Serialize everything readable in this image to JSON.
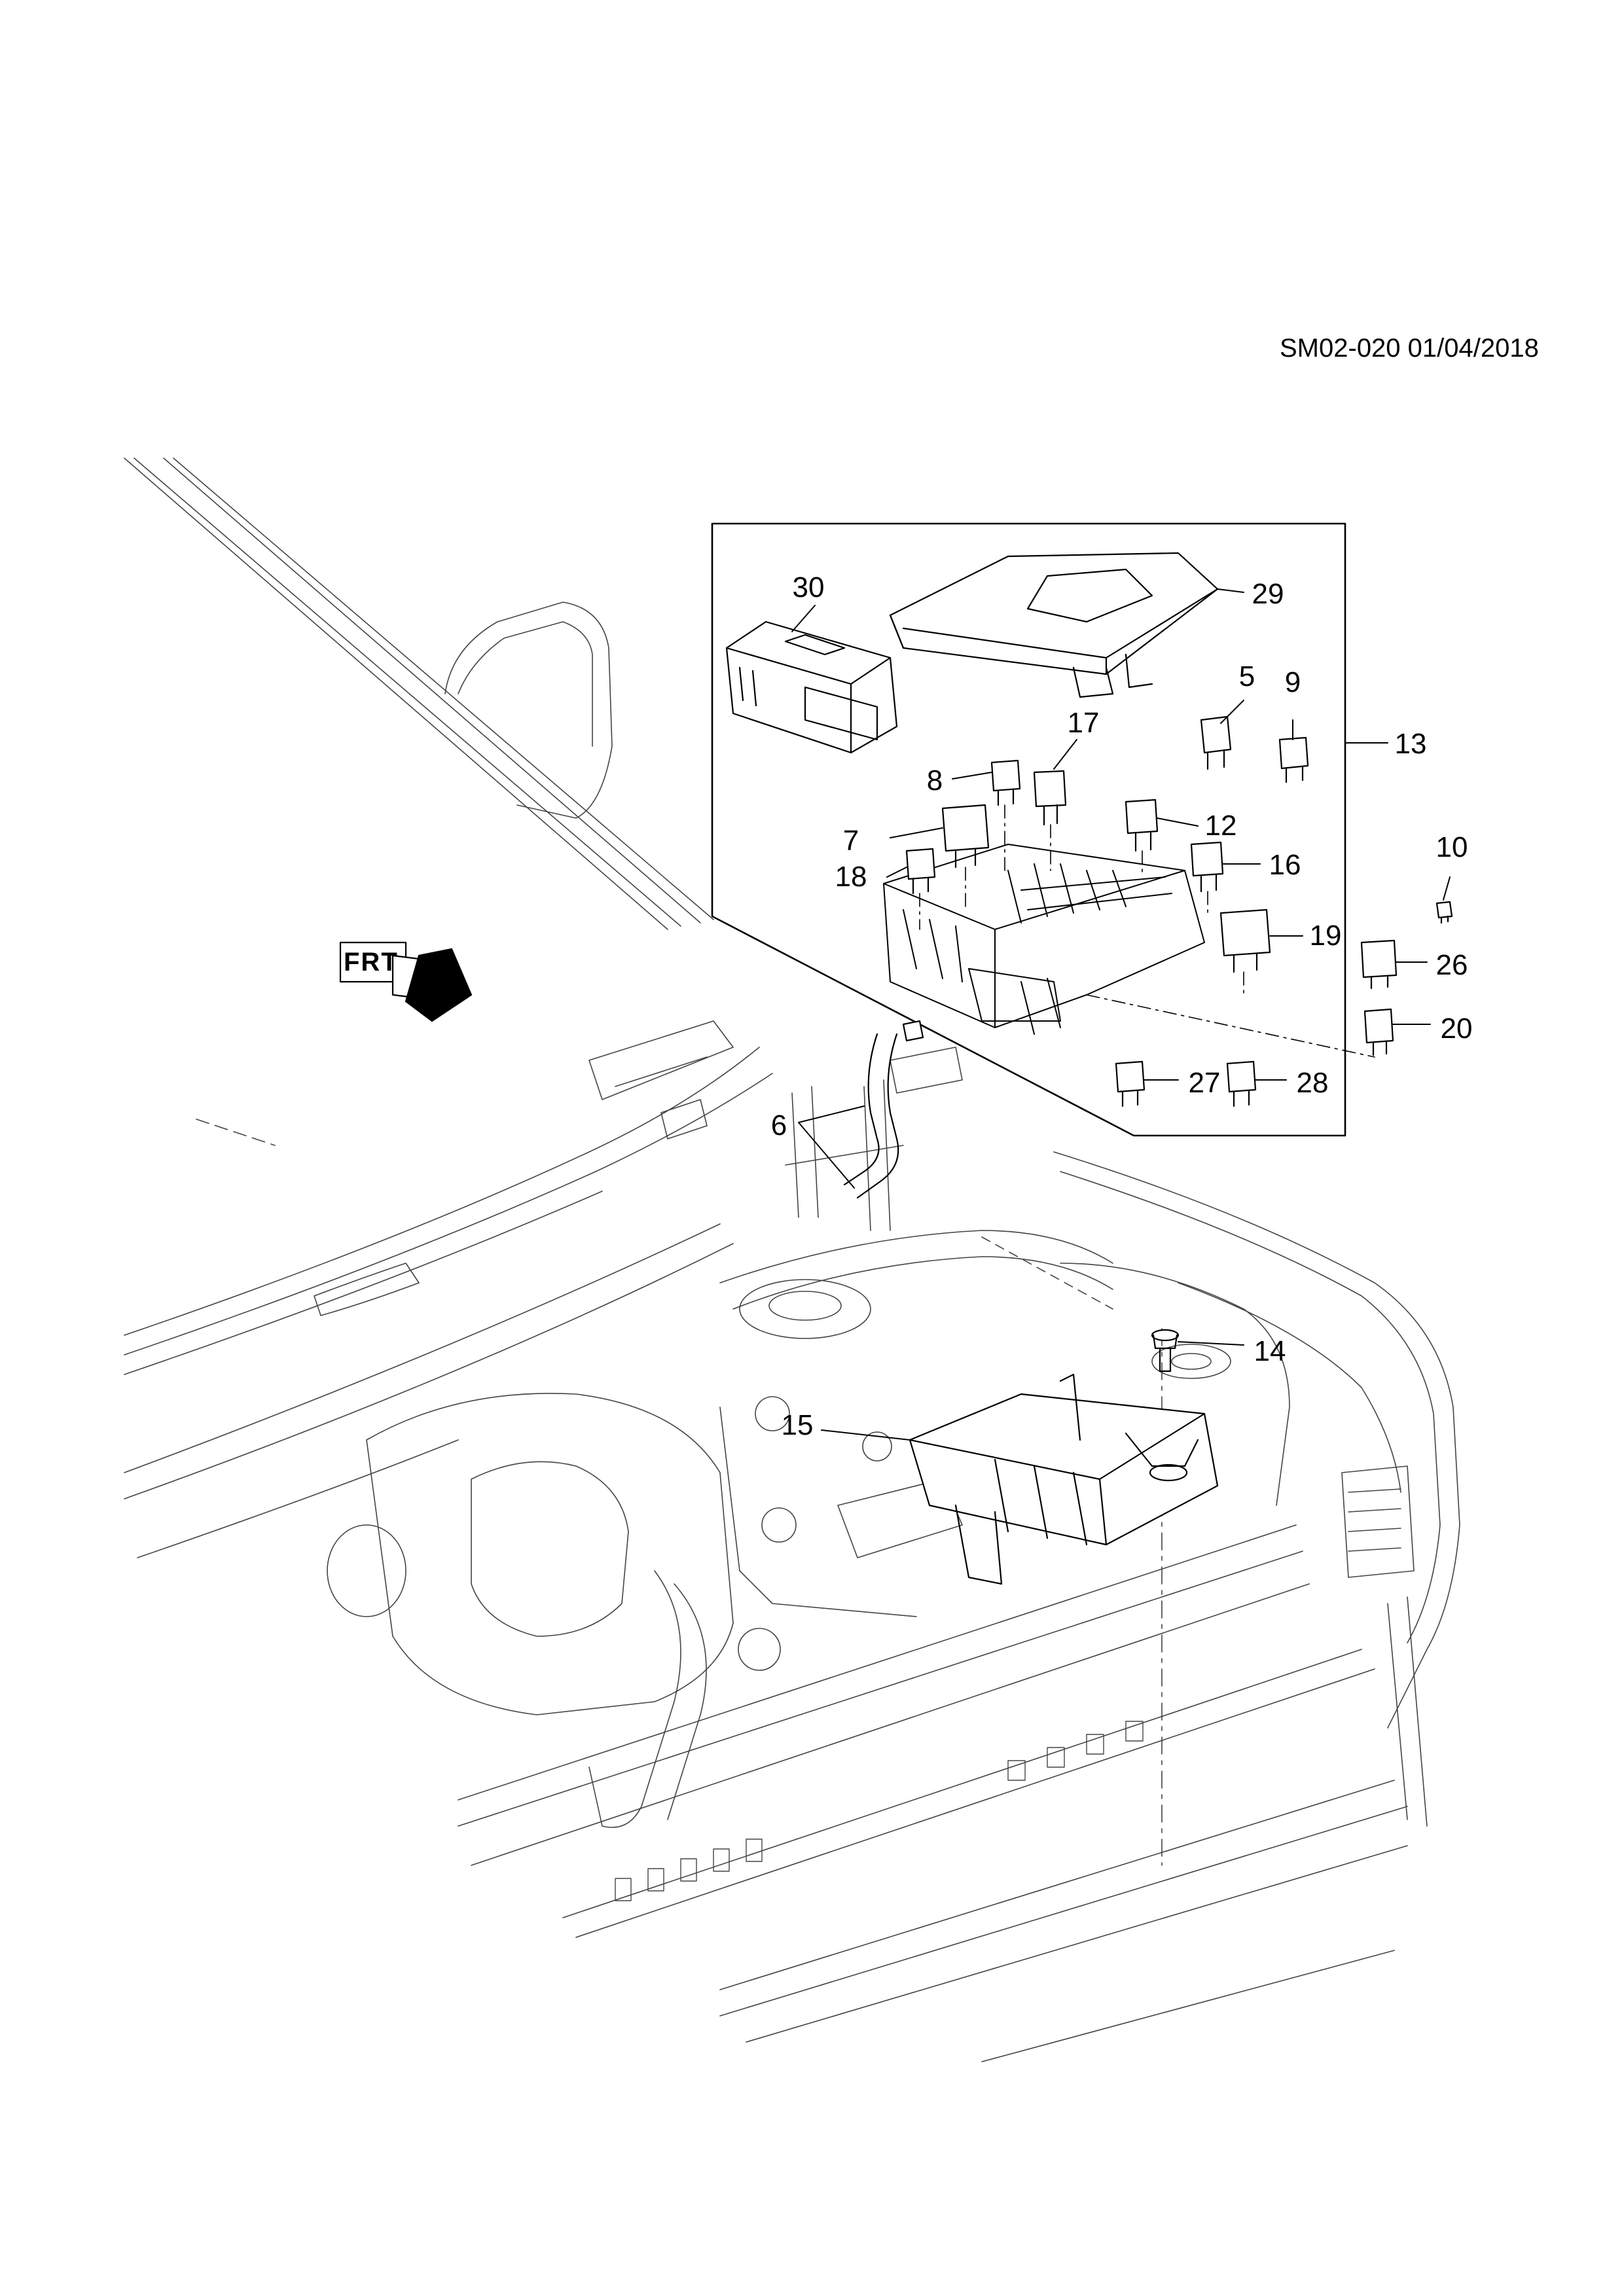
{
  "reference": "SM02-020 01/04/2018",
  "front_label": "FRT",
  "callouts": {
    "c30": "30",
    "c29": "29",
    "c5": "5",
    "c9": "9",
    "c13": "13",
    "c17": "17",
    "c8": "8",
    "c7": "7",
    "c18": "18",
    "c12": "12",
    "c16": "16",
    "c19": "19",
    "c10": "10",
    "c26": "26",
    "c20": "20",
    "c27": "27",
    "c28": "28",
    "c6": "6",
    "c14": "14",
    "c15": "15"
  }
}
